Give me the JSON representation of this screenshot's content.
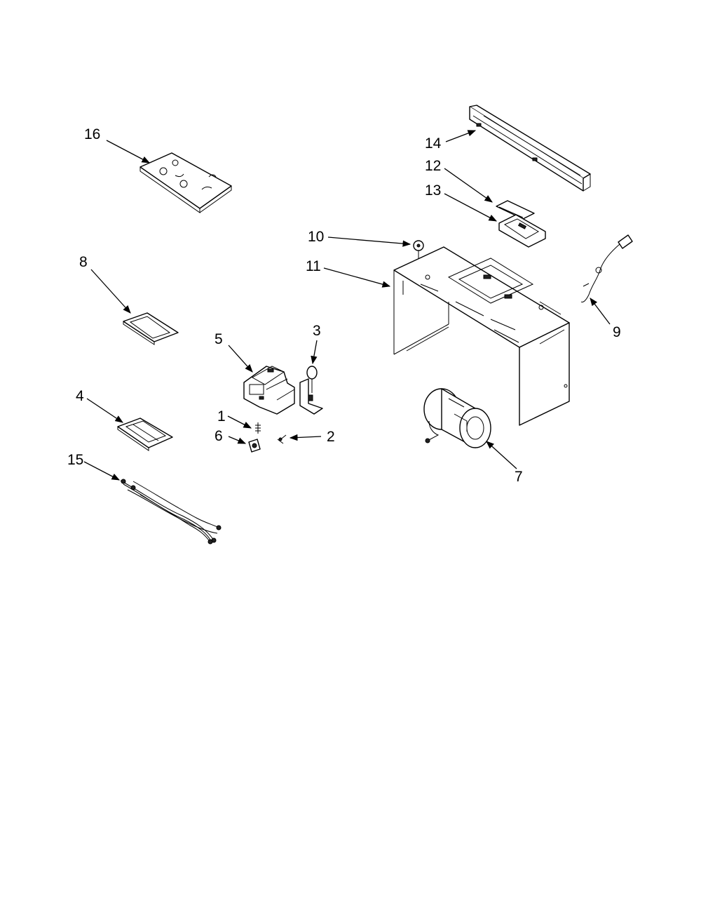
{
  "diagram": {
    "callouts": [
      {
        "id": "16",
        "text": "16"
      },
      {
        "id": "14",
        "text": "14"
      },
      {
        "id": "12",
        "text": "12"
      },
      {
        "id": "13",
        "text": "13"
      },
      {
        "id": "10",
        "text": "10"
      },
      {
        "id": "11",
        "text": "11"
      },
      {
        "id": "8",
        "text": "8"
      },
      {
        "id": "5",
        "text": "5"
      },
      {
        "id": "3",
        "text": "3"
      },
      {
        "id": "9",
        "text": "9"
      },
      {
        "id": "4",
        "text": "4"
      },
      {
        "id": "1",
        "text": "1"
      },
      {
        "id": "6",
        "text": "6"
      },
      {
        "id": "2",
        "text": "2"
      },
      {
        "id": "15",
        "text": "15"
      },
      {
        "id": "7",
        "text": "7"
      }
    ]
  }
}
